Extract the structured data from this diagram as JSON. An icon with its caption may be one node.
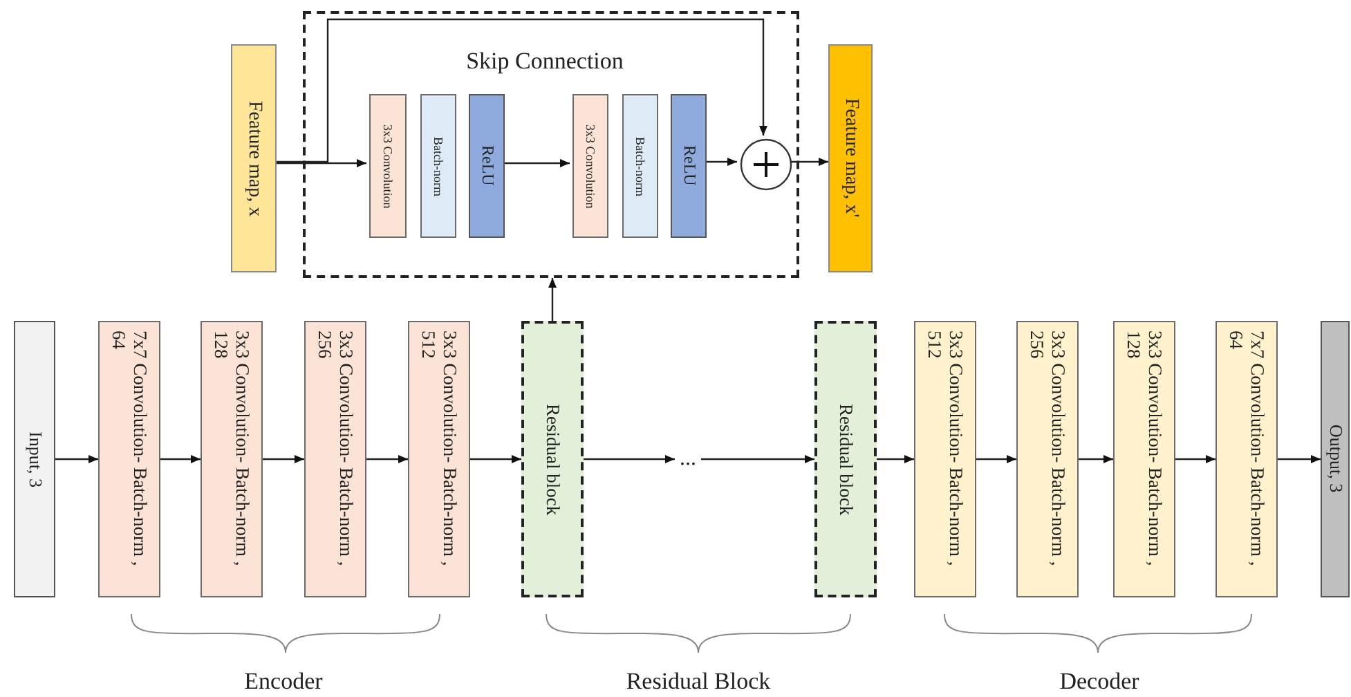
{
  "diagram": {
    "nodes": [
      {
        "text": [
          "Feature map, x"
        ]
      },
      {
        "text": [],
        "shape": "box"
      },
      {
        "text": [
          "3x3 Convolution"
        ],
        "in": 1
      },
      {
        "text": [
          "Batch-norm"
        ],
        "in": 1
      },
      {
        "text": [
          "ReLU"
        ],
        "in": 1
      },
      {
        "text": [
          "3x3 Convolution"
        ],
        "in": 1
      },
      {
        "text": [
          "Batch-norm"
        ],
        "in": 1
      },
      {
        "text": [
          "ReLU"
        ],
        "in": 1
      },
      {
        "text": [],
        "shape": "circle",
        "in": 1
      },
      {
        "text": [
          "Feature map, x'"
        ]
      },
      {
        "text": [
          "Input, 3"
        ]
      },
      {
        "text": [
          "7x7 Convolution- Batch-norm , 64"
        ]
      },
      {
        "text": [
          "3x3 Convolution- Batch-norm , 128"
        ]
      },
      {
        "text": [
          "3x3 Convolution- Batch-norm , 256"
        ]
      },
      {
        "text": [
          "3x3 Convolution- Batch-norm , 512"
        ]
      },
      {
        "text": [
          "Residual block"
        ]
      },
      {
        "text": [
          "Residual block"
        ]
      },
      {
        "text": [
          "3x3 Convolution- Batch-norm , 512"
        ]
      },
      {
        "text": [
          "3x3 Convolution- Batch-norm , 256"
        ]
      },
      {
        "text": [
          "3x3 Convolution- Batch-norm , 128"
        ]
      },
      {
        "text": [
          "7x7 Convolution- Batch-norm , 64"
        ]
      },
      {
        "text": [
          "Output, 3"
        ]
      },
      {
        "text": [
          "..."
        ]
      }
    ],
    "edges": [
      {
        "from": 0,
        "to": 2,
        "arrow": "to"
      },
      {
        "from": 0,
        "to": 8,
        "arrow": "to",
        "label": "Skip Connection"
      },
      {
        "from": 4,
        "to": 5,
        "arrow": "to"
      },
      {
        "from": 7,
        "to": 8,
        "arrow": "to"
      },
      {
        "from": 8,
        "to": 9,
        "arrow": "to"
      },
      {
        "from": 15,
        "to": 1,
        "arrow": "to"
      },
      {
        "from": 10,
        "to": 11,
        "arrow": "to"
      },
      {
        "from": 11,
        "to": 12,
        "arrow": "to"
      },
      {
        "from": 12,
        "to": 13,
        "arrow": "to"
      },
      {
        "from": 13,
        "to": 14,
        "arrow": "to"
      },
      {
        "from": 14,
        "to": 15,
        "arrow": "to"
      },
      {
        "from": 15,
        "to": 22,
        "arrow": "to"
      },
      {
        "from": 22,
        "to": 16,
        "arrow": "to"
      },
      {
        "from": 16,
        "to": 17,
        "arrow": "to"
      },
      {
        "from": 17,
        "to": 18,
        "arrow": "to"
      },
      {
        "from": 18,
        "to": 19,
        "arrow": "to"
      },
      {
        "from": 19,
        "to": 20,
        "arrow": "to"
      },
      {
        "from": 20,
        "to": 21,
        "arrow": "to"
      }
    ],
    "labels": [
      "Encoder",
      "Residual Block",
      "Decoder"
    ]
  }
}
